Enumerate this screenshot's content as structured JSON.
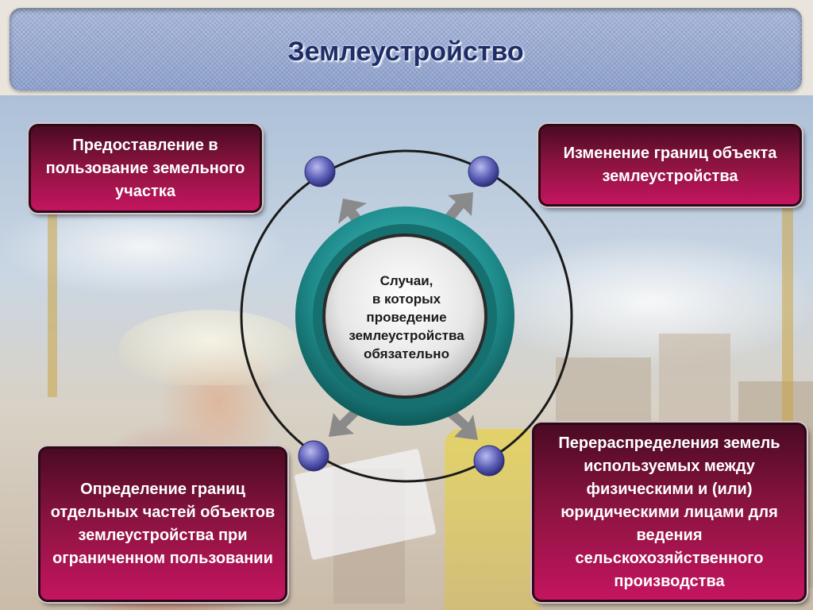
{
  "title": "Землеустройство",
  "center": {
    "lines": [
      "Случаи,",
      "в которых",
      "проведение",
      "землеустройства",
      "обязательно"
    ]
  },
  "boxes": {
    "top_left": "Предоставление в пользование земельного участка",
    "top_right": "Изменение границ объекта землеустройства",
    "bottom_left": "Определение границ отдельных частей объектов землеустройства при ограниченном пользовании",
    "bottom_right": "Перераспределения земель используемых между физическими и (или) юридическими лицами для ведения сельскохозяйственного производства"
  },
  "colors": {
    "header_blue": "#98aad6",
    "title_text": "#1e2c68",
    "box_dark": "#4a0a24",
    "box_bright": "#c41560",
    "ring_teal": "#1f8c8c",
    "node_purple": "#5d5fb8"
  }
}
